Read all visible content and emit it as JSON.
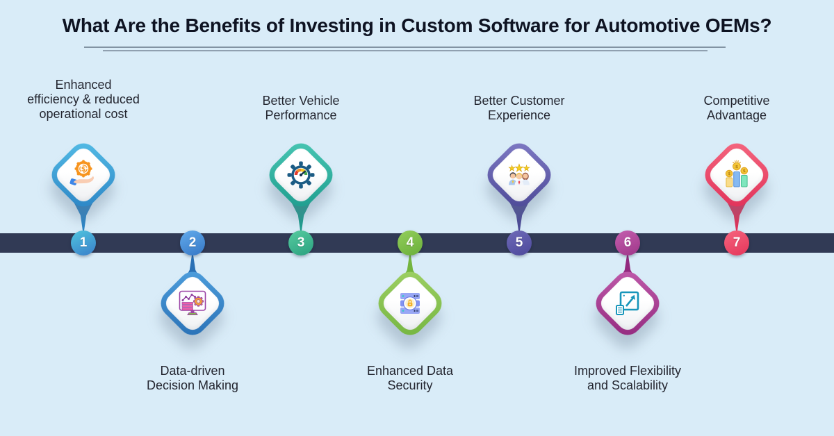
{
  "theme": {
    "background": "#D9ECF8",
    "bar": "#313A55",
    "title_color": "#0E1322",
    "label_color": "#23252F",
    "divider": "#8293A3"
  },
  "title": {
    "text": "What Are the Benefits of Investing in Custom Software for Automotive OEMs?"
  },
  "timeline": {
    "bar_name": "timeline-bar"
  },
  "items": [
    {
      "number": "1",
      "label": "Enhanced\nefficiency & reduced\noperational cost",
      "position": "above",
      "icon": "money-gear-hand-icon",
      "colors": {
        "border_light": "#55BDE6",
        "border_dark": "#2B84C5",
        "badge_light": "#4DBEDC",
        "badge_dark": "#3C86CC"
      }
    },
    {
      "number": "2",
      "label": "Data-driven\nDecision Making",
      "position": "below",
      "icon": "analytics-dashboard-icon",
      "colors": {
        "border_light": "#4E9FDD",
        "border_dark": "#2970B5",
        "badge_light": "#5EA6E8",
        "badge_dark": "#3A7CC9"
      }
    },
    {
      "number": "3",
      "label": "Better Vehicle\nPerformance",
      "position": "above",
      "icon": "speedometer-gear-icon",
      "colors": {
        "border_light": "#49C7B4",
        "border_dark": "#1E9C8D",
        "badge_light": "#52C79C",
        "badge_dark": "#2FA583"
      }
    },
    {
      "number": "4",
      "label": "Enhanced Data\nSecurity",
      "position": "below",
      "icon": "secure-server-icon",
      "colors": {
        "border_light": "#9ED065",
        "border_dark": "#74B53F",
        "badge_light": "#8FCB57",
        "badge_dark": "#6EB23E"
      }
    },
    {
      "number": "5",
      "label": "Better Customer\nExperience",
      "position": "above",
      "icon": "customer-rating-icon",
      "colors": {
        "border_light": "#807BC5",
        "border_dark": "#4B4896",
        "badge_light": "#6B67B5",
        "badge_dark": "#504C9E"
      }
    },
    {
      "number": "6",
      "label": "Improved Flexibility\nand Scalability",
      "position": "below",
      "icon": "expand-scale-icon",
      "colors": {
        "border_light": "#C05BAB",
        "border_dark": "#93297E",
        "badge_light": "#C05BAB",
        "badge_dark": "#A23A8C"
      }
    },
    {
      "number": "7",
      "label": "Competitive\nAdvantage",
      "position": "above",
      "icon": "growth-bars-icon",
      "colors": {
        "border_light": "#F56880",
        "border_dark": "#E03058",
        "badge_light": "#F4607A",
        "badge_dark": "#E63A5E"
      }
    }
  ]
}
